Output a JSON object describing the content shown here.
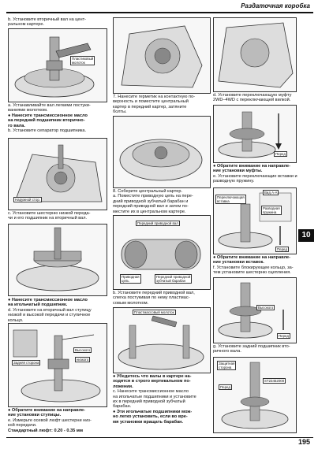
{
  "header": {
    "title": "Раздаточная коробка"
  },
  "tab_number": "10",
  "page_number": "195",
  "col1": {
    "p_b": "b. Установите вторичный вал на цент-\nральном картере.",
    "lbl_hammer1": "Пластиковый\nмолоток",
    "p_a": "a. Устанавливайте вал легкими постуки-\nваниями молотком.",
    "b1": "● Нанесите трансмиссионное масло\nна передний подшипник вторично-\nго вала.",
    "p_b2": "b. Установите сепаратор подшипника.",
    "lbl_side": "Наружной стор.",
    "p_c": "c. Установите шестерню низкой переда-\nчи и его подшипник на вторичный вал.",
    "b2": "● Нанесите трансмиссионное масло\nна игольчатый подшипник.",
    "p_d": "d. Установите на вторичный вал ступицу\nнизкой и высокой передачи и ступичное\nкольцо.",
    "lbl_rear": "Задняя сторона",
    "lbl_high": "Высокого",
    "lbl_low": "низкого",
    "b3": "● Обратите внимание на направле-\nние установки ступицы.",
    "p_e": "e. Измерьте осевой люфт шестерни низ-\nкой передачи.",
    "std": "Стандартный люфт: 0.20 - 0.35 мм"
  },
  "col2": {
    "p_7": "7. Нанесите герметик на контактную по-\nверхность и поместите центральный\nкартер в передний картер, затяните\nболты.",
    "p_8": "8. Соберите центральный картер.",
    "p_8a": "a. Поместите приводную цепь на пере-\nдний приводной зубчатый барабан и\nпередний приводной вал и затем по-\nместите их в центральном картере.",
    "lbl_front_shaft": "Передний приводной вал",
    "lbl_chain": "Приводная\nцепь",
    "lbl_drum": "Передний приводной\nзубчатый барабан",
    "p_b": "b. Установите передний приводной вал,\nслегка постукивая по нему пластмас-\nсовым молотком.",
    "lbl_hammer2": "Пластмассовый молоток",
    "b1": "● Убедитесь что валы в картере на-\nходятся в строго вертикальном по-\nложении.",
    "p_c": "c. Нанесите трансмиссионное масло\nна игольчатые подшипники и установите\nих в передний приводной зубчатый\nбарабан.",
    "b2": "● Эти игольчатые подшипники мож-\nно легко установить, если во вре-\nмя установки вращать барабан."
  },
  "col3": {
    "p_d": "d. Установите переключающую муфту\n2WD–4WD с переключающей вилкой.",
    "lbl_front1": "Перед",
    "b1": "● Обратите внимание на направле-\nние установки муфты.",
    "p_e": "e. Установите переключающие вставки и\nразводную пружину.",
    "lbl_view": "Вид А-А",
    "lbl_insert": "Переключающая\nвставка",
    "lbl_spring": "Разводная\nпружина",
    "lbl_front2": "Перед",
    "b2": "● Обратите внимание на направле-\nние установки вставок.",
    "p_f": "f. Установите блокирующее кольцо, за-\nтем установите шестерню сцепления.",
    "lbl_high": "Высокого",
    "lbl_front3": "Перед",
    "p_g": "g. Установите задний подшипник вто-\nричного вала.",
    "lbl_guard": "Защитная\nсторона",
    "lbl_tool": "ST23452000",
    "lbl_front4": "Перед"
  }
}
